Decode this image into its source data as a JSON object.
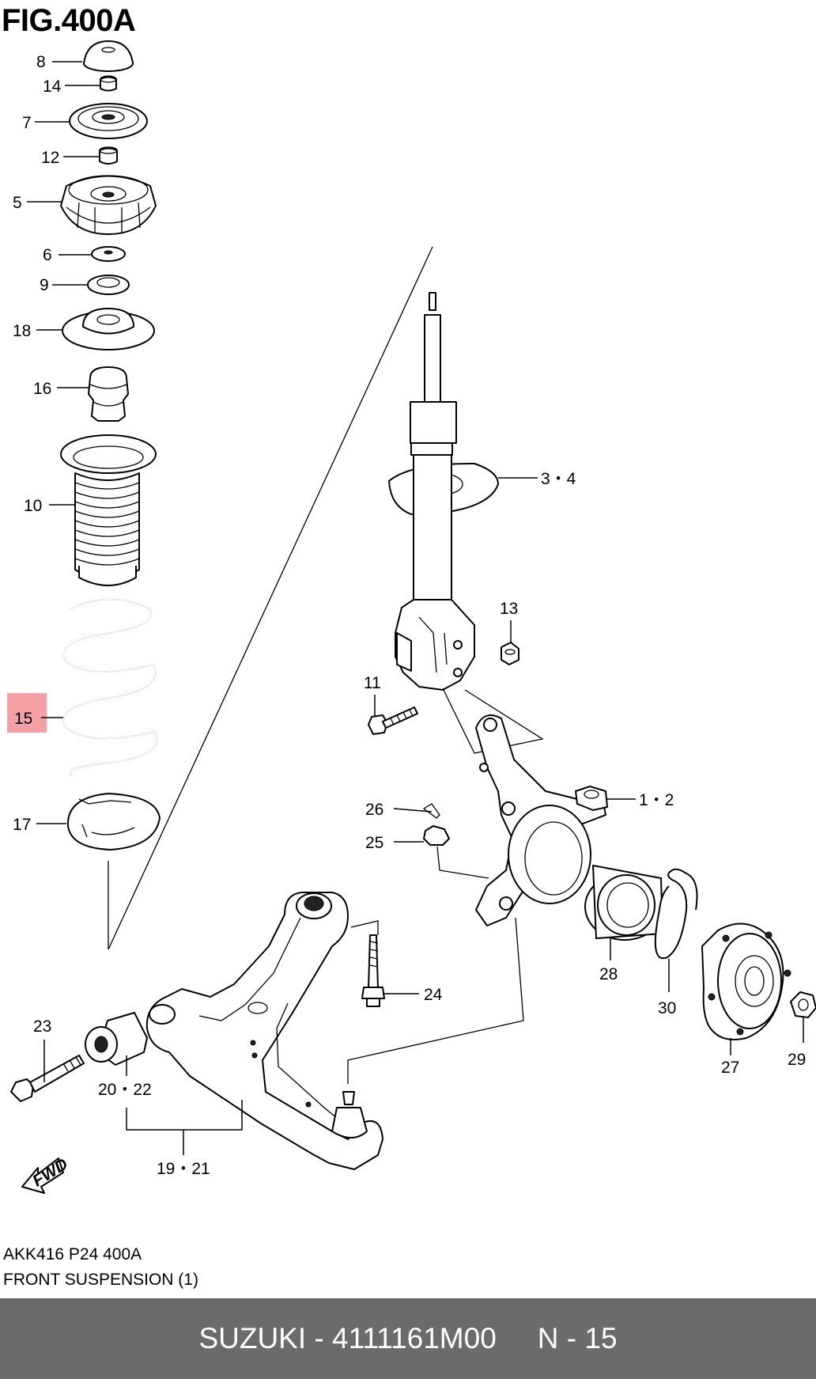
{
  "figure": {
    "title": "FIG.400A",
    "ref_code": "AKK416 P24 400A",
    "caption": "FRONT SUSPENSION (1)"
  },
  "callouts": {
    "c8": "8",
    "c14": "14",
    "c7": "7",
    "c12": "12",
    "c5": "5",
    "c6": "6",
    "c9": "9",
    "c18": "18",
    "c16": "16",
    "c10": "10",
    "c15": "15",
    "c17": "17",
    "c34": "3・4",
    "c13": "13",
    "c11": "11",
    "c12b": "1・2",
    "c26": "26",
    "c25": "25",
    "c28": "28",
    "c30": "30",
    "c27": "27",
    "c29": "29",
    "c24": "24",
    "c23": "23",
    "c2022": "20・22",
    "c1921": "19・21"
  },
  "highlight": {
    "part": "15",
    "color": "#f4a0a4"
  },
  "fwd_icon": {
    "label": "FWD"
  },
  "footer": {
    "brand_part": "SUZUKI - 4111161M00",
    "page": "N - 15",
    "background": "#6b6b6b"
  }
}
